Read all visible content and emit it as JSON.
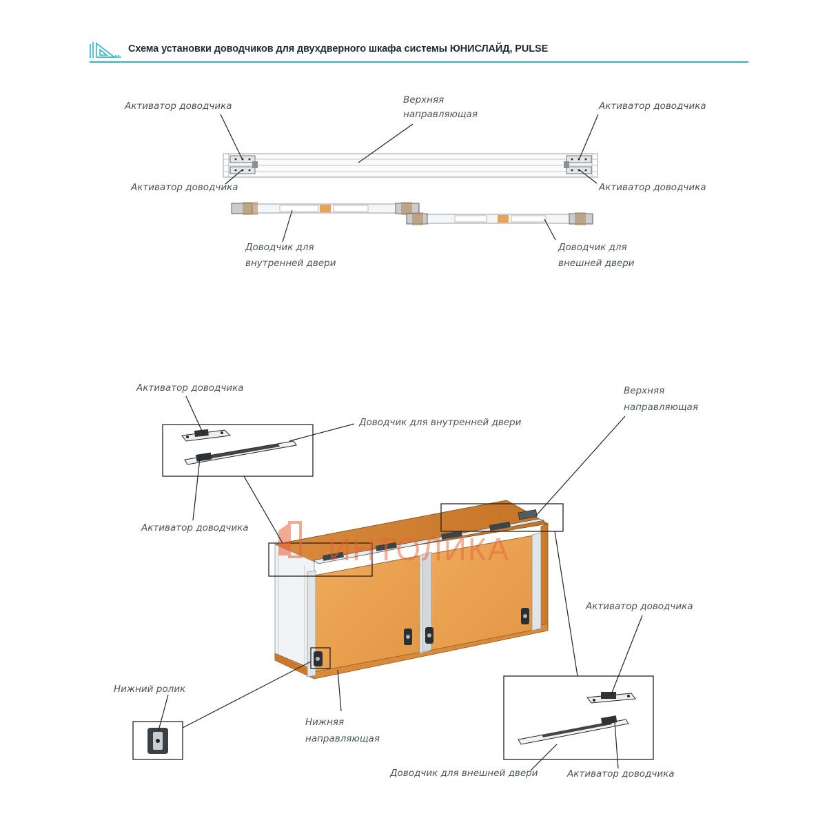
{
  "header": {
    "title": "Схема установки доводчиков для двухдверного шкафа системы ЮНИСЛАЙД, PULSE",
    "logo_icon": "ruler-triangle-icon",
    "accent_color": "#2bb5c9"
  },
  "top_diagram": {
    "labels": {
      "activator_top_left": "Активатор доводчика",
      "activator_bottom_left": "Активатор доводчика",
      "activator_top_right": "Активатор доводчика",
      "activator_bottom_right": "Активатор доводчика",
      "upper_rail_line1": "Верхняя",
      "upper_rail_line2": "направляющая",
      "inner_closer_line1": "Доводчик для",
      "inner_closer_line2": "внутренней двери",
      "outer_closer_line1": "Доводчик для",
      "outer_closer_line2": "внешней двери"
    }
  },
  "bottom_diagram": {
    "labels": {
      "activator_detail_top": "Активатор доводчика",
      "inner_closer": "Доводчик для внутренней двери",
      "activator_detail_bottom": "Активатор доводчика",
      "upper_rail_line1": "Верхняя",
      "upper_rail_line2": "направляющая",
      "activator_right_top": "Активатор доводчика",
      "bottom_roller": "Нижний ролик",
      "bottom_rail_line1": "Нижняя",
      "bottom_rail_line2": "направляющая",
      "outer_closer": "Доводчик для внешней двери",
      "activator_right_bottom": "Активатор доводчика"
    },
    "colors": {
      "cabinet_wood": "#e9a04c",
      "cabinet_wood_dark": "#c9782a",
      "door_panel": "#e8a658",
      "frame_aluminium": "#d8dcdf"
    }
  },
  "watermark": {
    "text": "ИНТОЛИКА",
    "color": "#e8633a"
  }
}
